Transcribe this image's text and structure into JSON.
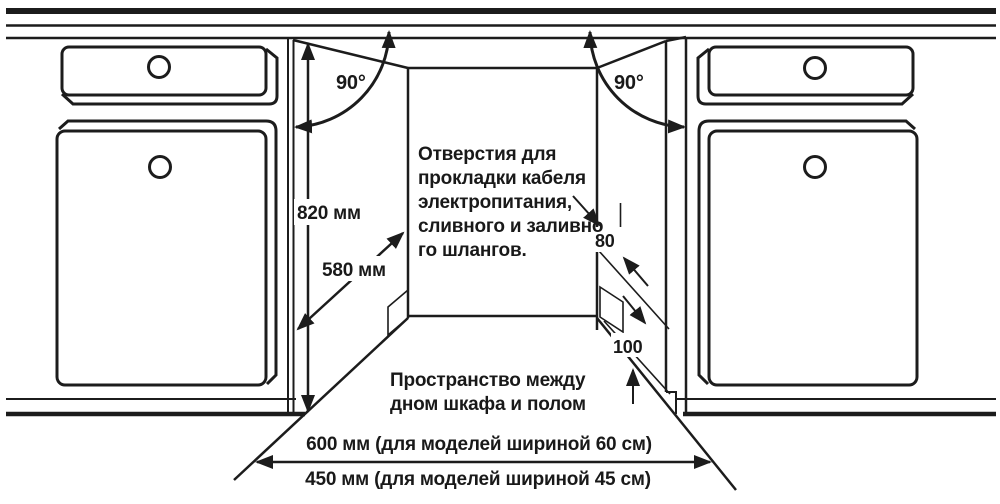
{
  "figure": {
    "background": "#ffffff",
    "line_color": "#1c1c1c",
    "hole_fill": "#bfbfbf",
    "labels": {
      "angle_left": "90°",
      "angle_right": "90°",
      "niche_height": "820 мм",
      "niche_depth": "580 мм",
      "hole_offset": "80",
      "hole_floor_offset": "100",
      "width_600": "600 мм (для моделей шириной 60 см)",
      "width_450": "450 мм (для моделей шириной 45 см)"
    },
    "note_holes": [
      "Отверстия для",
      "прокладки кабеля",
      "электропитания,",
      "сливного и заливно",
      "го шлангов."
    ],
    "note_floor": [
      "Пространство между",
      "дном шкафа и полом"
    ]
  }
}
